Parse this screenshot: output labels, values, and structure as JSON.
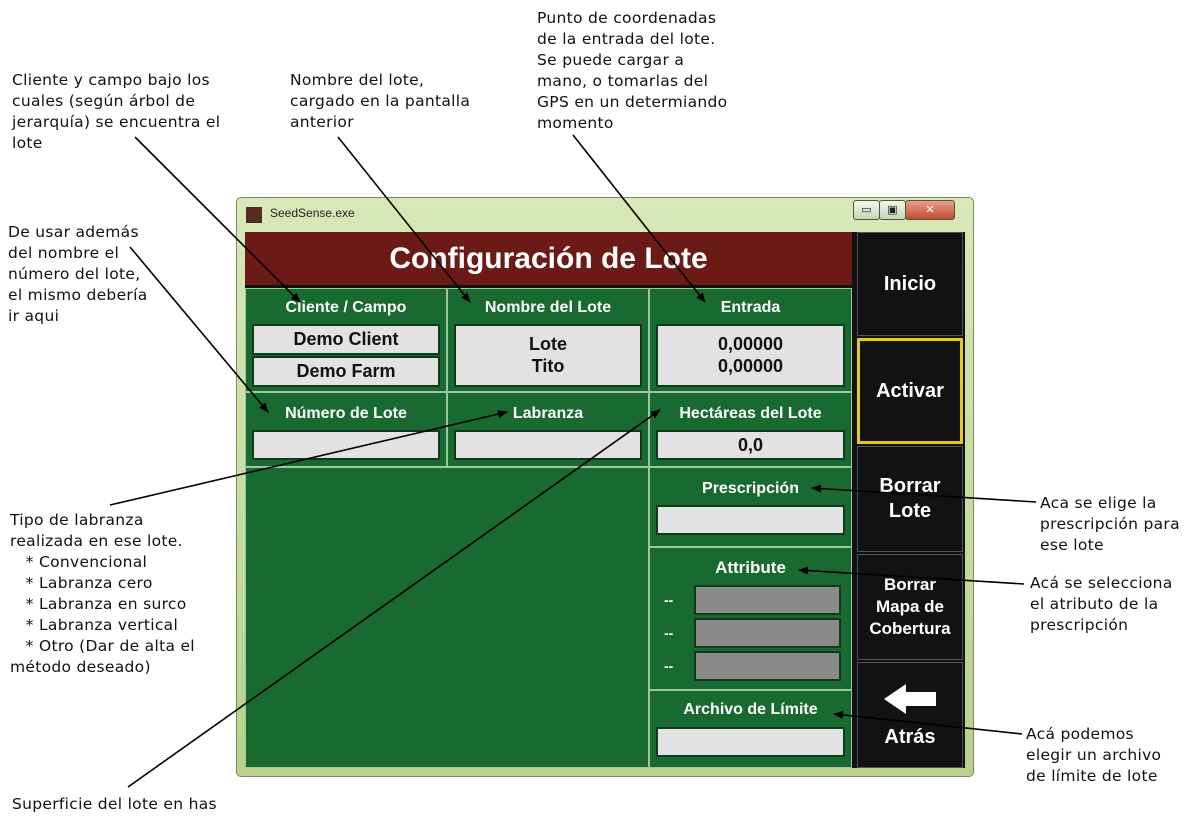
{
  "window": {
    "title": "SeedSense.exe",
    "close_glyph": "✕",
    "minimize_glyph": "▭",
    "maximize_glyph": "▣"
  },
  "screen": {
    "title": "Configuración de Lote",
    "client_campo": {
      "label": "Cliente / Campo",
      "client": "Demo Client",
      "farm": "Demo Farm"
    },
    "nombre_lote": {
      "label": "Nombre del Lote",
      "line1": "Lote",
      "line2": "Tito"
    },
    "entrada": {
      "label": "Entrada",
      "lat": "0,00000",
      "lon": "0,00000"
    },
    "numero_lote": {
      "label": "Número de Lote",
      "value": ""
    },
    "labranza": {
      "label": "Labranza",
      "value": ""
    },
    "hectareas": {
      "label": "Hectáreas del Lote",
      "value": "0,0"
    },
    "prescripcion": {
      "label": "Prescripción",
      "value": ""
    },
    "attribute": {
      "label": "Attribute",
      "dash": "--"
    },
    "archivo_limite": {
      "label": "Archivo de Límite",
      "value": ""
    }
  },
  "sidebar": {
    "inicio": "Inicio",
    "activar": "Activar",
    "borrar_lote_1": "Borrar",
    "borrar_lote_2": "Lote",
    "borrar_mapa_1": "Borrar",
    "borrar_mapa_2": "Mapa de",
    "borrar_mapa_3": "Cobertura",
    "atras": "Atrás",
    "atras_icon": "arrow-left-icon"
  },
  "annotations": {
    "cliente": "Cliente y campo bajo los\ncuales (según árbol de\njerarquía) se encuentra el\nlote",
    "nombre": "Nombre del lote,\ncargado en la pantalla\nanterior",
    "punto": "Punto de coordenadas\nde la entrada del lote.\nSe puede cargar a\nmano, o tomarlas del\nGPS en un determiando\nmomento",
    "numero": "De usar además\ndel nombre el\nnúmero del lote,\nel mismo debería\nir aqui",
    "labranza": "Tipo de labranza\nrealizada en ese lote.\n   * Convencional\n   * Labranza cero\n   * Labranza en surco\n   * Labranza vertical\n   * Otro (Dar de alta el\nmétodo deseado)",
    "superficie": "Superficie del lote en has",
    "prescripcion": "Aca se elige la\nprescripción para\nese lote",
    "atributo": "Acá se selecciona\nel atributo de la\nprescripción",
    "archivo": "Acá podemos\nelegir un archivo\nde límite de lote"
  }
}
